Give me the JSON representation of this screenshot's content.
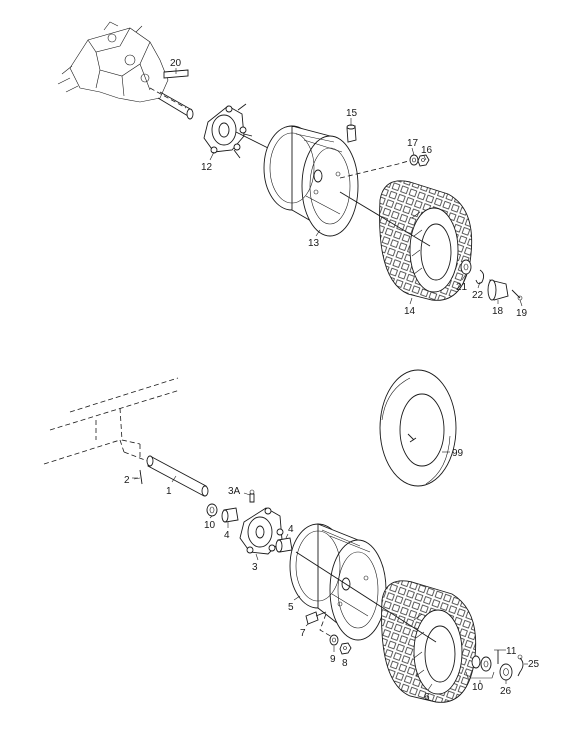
{
  "colors": {
    "line": "#1a1a1a",
    "background": "#ffffff"
  },
  "callouts": {
    "upper": {
      "p20": "20",
      "p12": "12",
      "p15": "15",
      "p17": "17",
      "p16": "16",
      "p13": "13",
      "p14": "14",
      "p21": "21",
      "p22": "22",
      "p18": "18",
      "p19": "19"
    },
    "lower": {
      "p99": "99",
      "p2": "2",
      "p1": "1",
      "p3a": "3A",
      "p10a": "10",
      "p4a": "4",
      "p4b": "4",
      "p3": "3",
      "p5": "5",
      "p7": "7",
      "p9": "9",
      "p8": "8",
      "p11": "11",
      "p25": "25",
      "p10b": "10",
      "p26": "26",
      "p6": "6"
    }
  }
}
